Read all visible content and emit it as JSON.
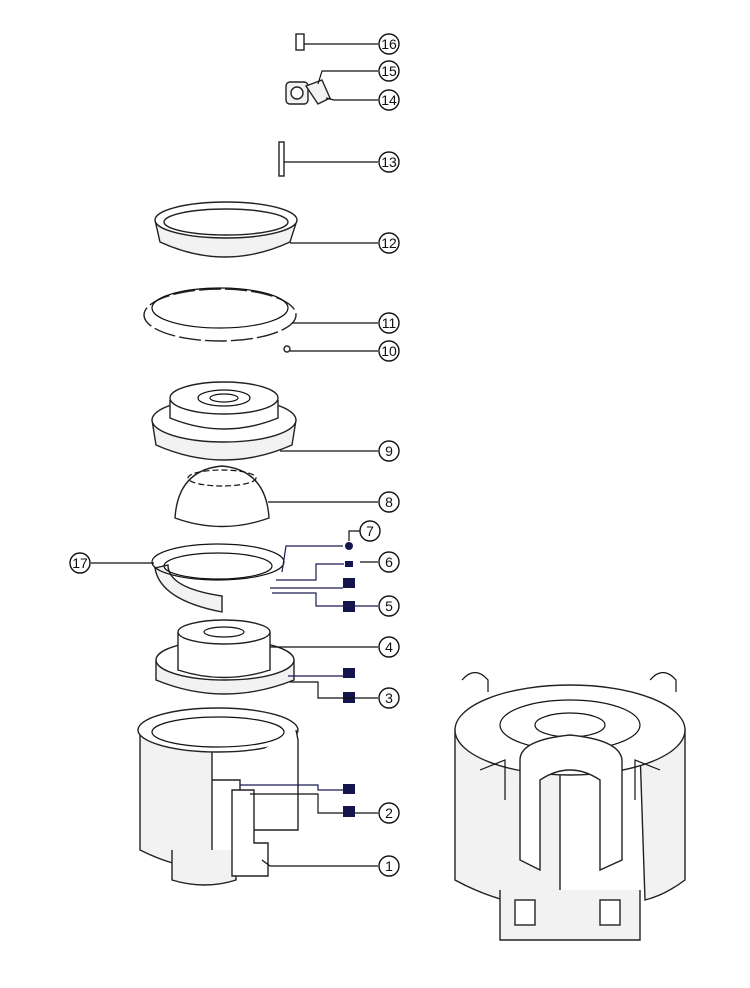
{
  "diagram": {
    "title_visible": false,
    "callouts": {
      "c1": "1",
      "c2": "2",
      "c3": "3",
      "c4": "4",
      "c5": "5",
      "c6": "6",
      "c7": "7",
      "c8": "8",
      "c9": "9",
      "c10": "10",
      "c11": "11",
      "c12": "12",
      "c13": "13",
      "c14": "14",
      "c15": "15",
      "c16": "16",
      "c17": "17"
    },
    "colors": {
      "line": "#111111",
      "seal": "#15154d"
    }
  }
}
